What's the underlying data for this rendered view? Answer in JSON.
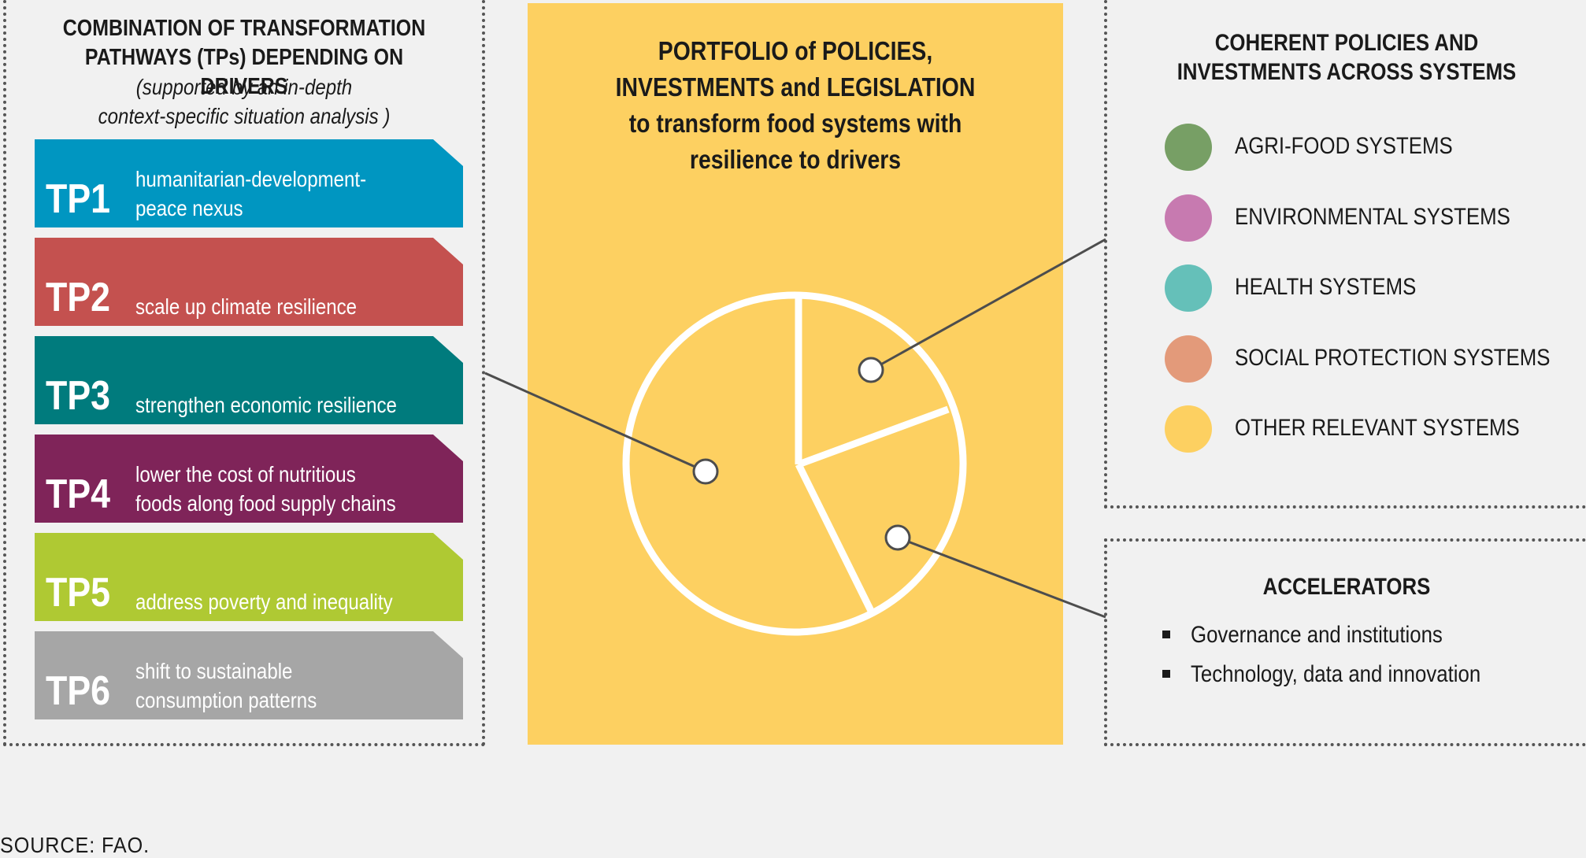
{
  "left_panel": {
    "title_line1": "COMBINATION OF TRANSFORMATION",
    "title_line2": "PATHWAYS (TPs) DEPENDING ON DRIVERS",
    "subtitle_line1": "(supported by an in-depth",
    "subtitle_line2": "context-specific situation analysis )",
    "pathways": [
      {
        "code": "TP1",
        "line1": "humanitarian-development-",
        "line2": "peace nexus",
        "color": "#0096c1"
      },
      {
        "code": "TP2",
        "line1": "scale up climate resilience",
        "line2": "",
        "color": "#c4514f"
      },
      {
        "code": "TP3",
        "line1": "strengthen economic resilience",
        "line2": "",
        "color": "#007b7d"
      },
      {
        "code": "TP4",
        "line1": "lower the cost of nutritious",
        "line2": "foods along food supply chains",
        "color": "#7f2459"
      },
      {
        "code": "TP5",
        "line1": "address poverty and inequality",
        "line2": "",
        "color": "#afc933"
      },
      {
        "code": "TP6",
        "line1": "shift to sustainable",
        "line2": "consumption patterns",
        "color": "#a6a6a6"
      }
    ]
  },
  "center_panel": {
    "line1": "PORTFOLIO of POLICIES,",
    "line2": "INVESTMENTS and LEGISLATION",
    "line3": "to transform food systems with",
    "line4": "resilience to drivers",
    "background": "#fdd061"
  },
  "coherent_panel": {
    "title_line1": "COHERENT POLICIES AND",
    "title_line2": "INVESTMENTS ACROSS SYSTEMS",
    "systems": [
      {
        "label": "AGRI-FOOD SYSTEMS",
        "color": "#779f65"
      },
      {
        "label": "ENVIRONMENTAL SYSTEMS",
        "color": "#c77ab0"
      },
      {
        "label": "HEALTH SYSTEMS",
        "color": "#65c0b9"
      },
      {
        "label": "SOCIAL PROTECTION SYSTEMS",
        "color": "#e39a7a"
      },
      {
        "label": "OTHER RELEVANT SYSTEMS",
        "color": "#fdd061"
      }
    ]
  },
  "accelerators_panel": {
    "title": "ACCELERATORS",
    "items": [
      "Governance and institutions",
      "Technology, data and innovation"
    ]
  },
  "source": "SOURCE: FAO."
}
